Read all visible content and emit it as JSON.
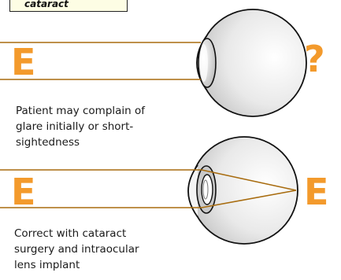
{
  "condition_label": "cataract",
  "top_panel": {
    "object_letter": "E",
    "perceived_result": "?",
    "caption": "Patient may complain of\nglare initially or short-\nsightedness"
  },
  "bottom_panel": {
    "object_letter": "E",
    "perceived_result": "E",
    "caption": "Correct with cataract\nsurgery and intraocular\nlens implant"
  },
  "colors": {
    "ray": "#a86c0f",
    "letter": "#f39a2c",
    "eye_fill": "#e6e6e6",
    "outline": "#111111"
  }
}
